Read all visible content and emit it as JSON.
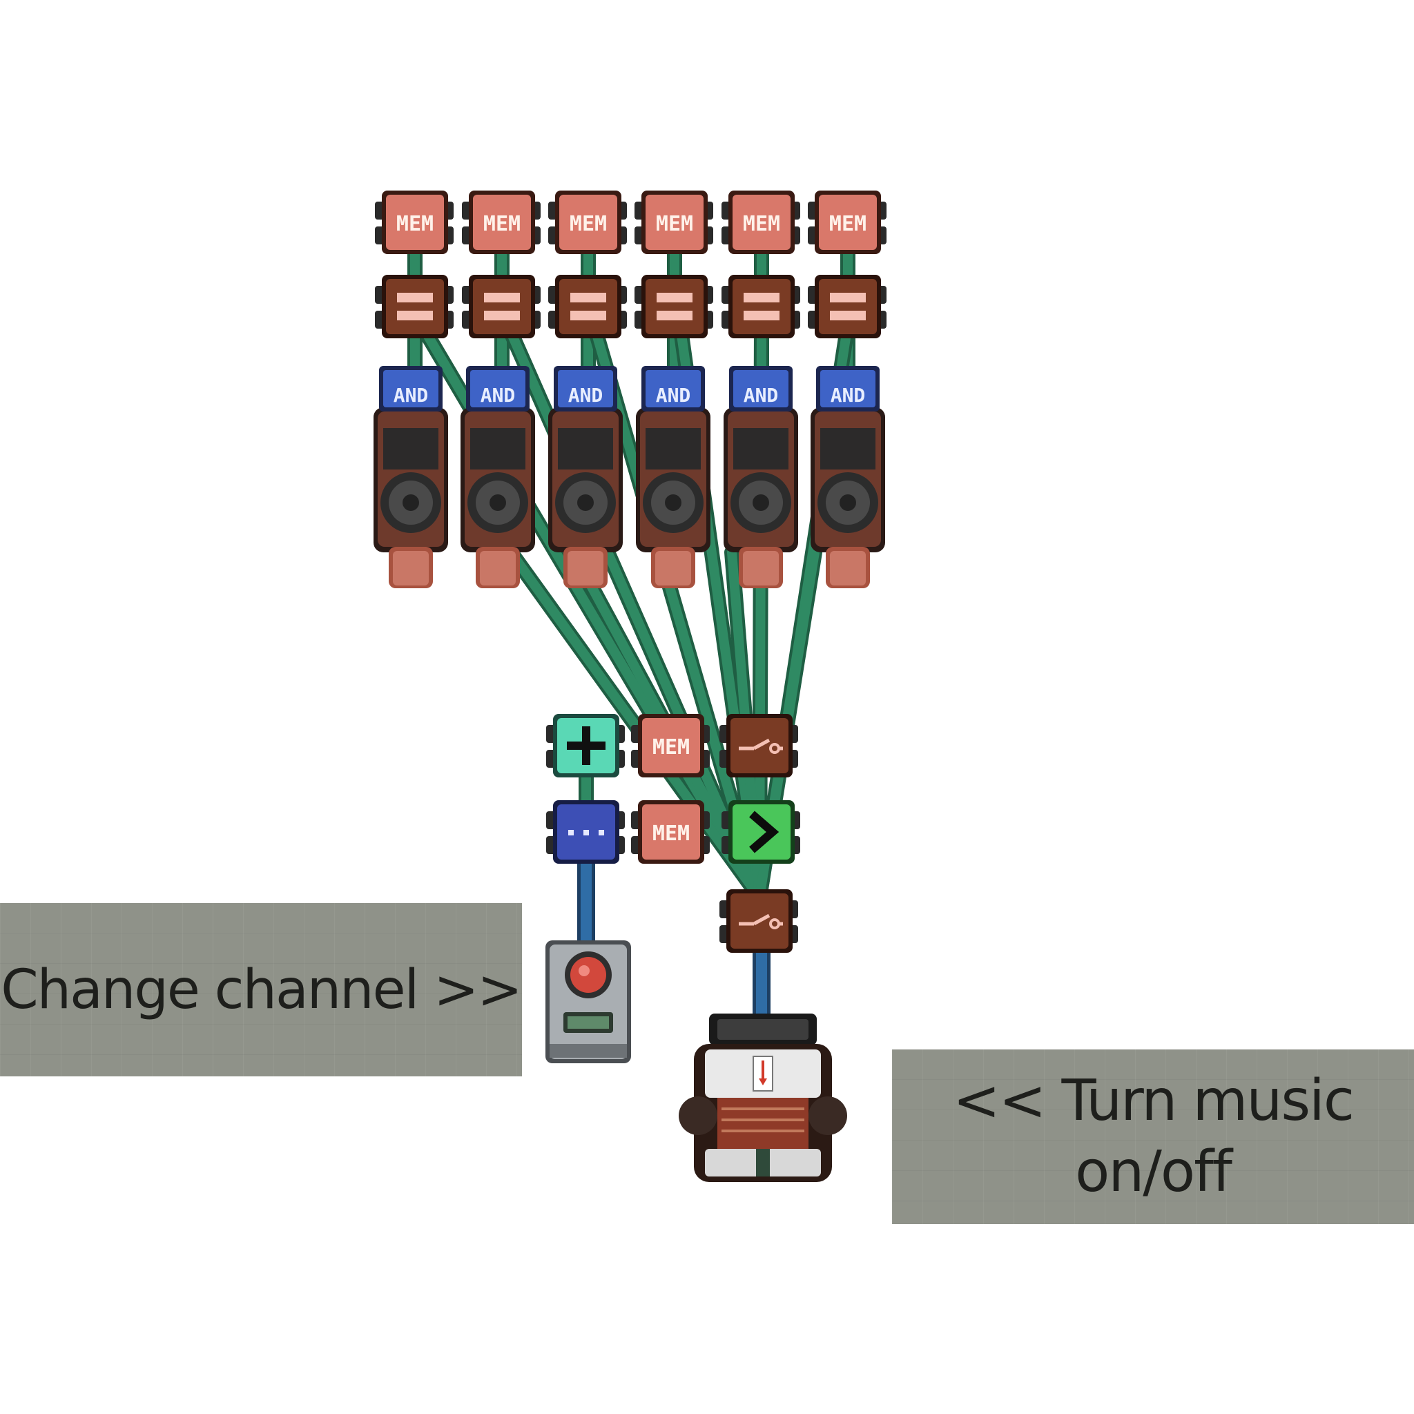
{
  "signs": {
    "change_channel": "Change channel >>",
    "turn_music_line1": "<< Turn music",
    "turn_music_line2": "on/off"
  },
  "components": {
    "memory_label": "MEM",
    "and_gate_label": "AND"
  },
  "colors": {
    "wire_green": "#2f8a63",
    "wire_blue": "#2f6da6",
    "memory_red": "#d9786a",
    "wood_brown": "#7a3b24",
    "and_blue": "#3e63c7",
    "adder_teal": "#5ad8b5",
    "compare_green": "#4ac65a",
    "counter_blue": "#3d4fb5",
    "sign_gray": "#8f9289"
  },
  "icons": [
    "memory-cell-icon",
    "equals-gate-icon",
    "and-gate-icon",
    "speaker-icon",
    "adder-gate-icon",
    "counter-icon",
    "toggle-switch-icon",
    "greater-than-gate-icon",
    "push-button-icon",
    "jukebox-icon"
  ]
}
